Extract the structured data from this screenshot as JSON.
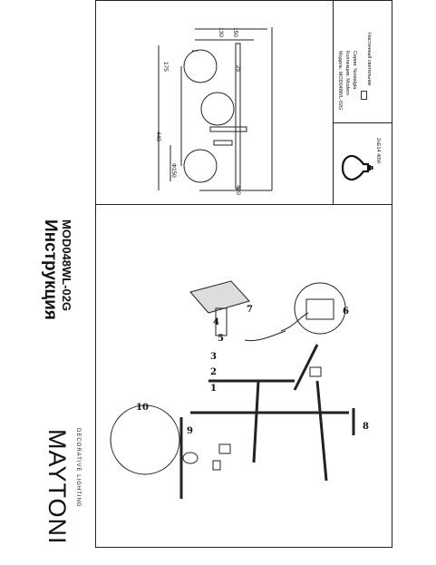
{
  "brand": {
    "name": "MAYTONI",
    "tagline": "DECORATIVE LIGHTING"
  },
  "title": "Инструкция",
  "model": "MOD048WL-02G",
  "specs": {
    "model_line": "Модель:   MOD048WL-02G",
    "collection_line": "Коллекция:  Modern",
    "series_line": "Серия:   Nostalgia",
    "type_line": "Настенный светильник",
    "bulb": "2xE14 40W"
  },
  "dimensions": {
    "d150": "Ф150",
    "h440": "440",
    "w420": "420",
    "w175": "175",
    "w130": "130",
    "w150": "150",
    "d25": "25"
  },
  "callouts": [
    "1",
    "2",
    "3",
    "4",
    "5",
    "6",
    "7",
    "8",
    "9",
    "10"
  ]
}
